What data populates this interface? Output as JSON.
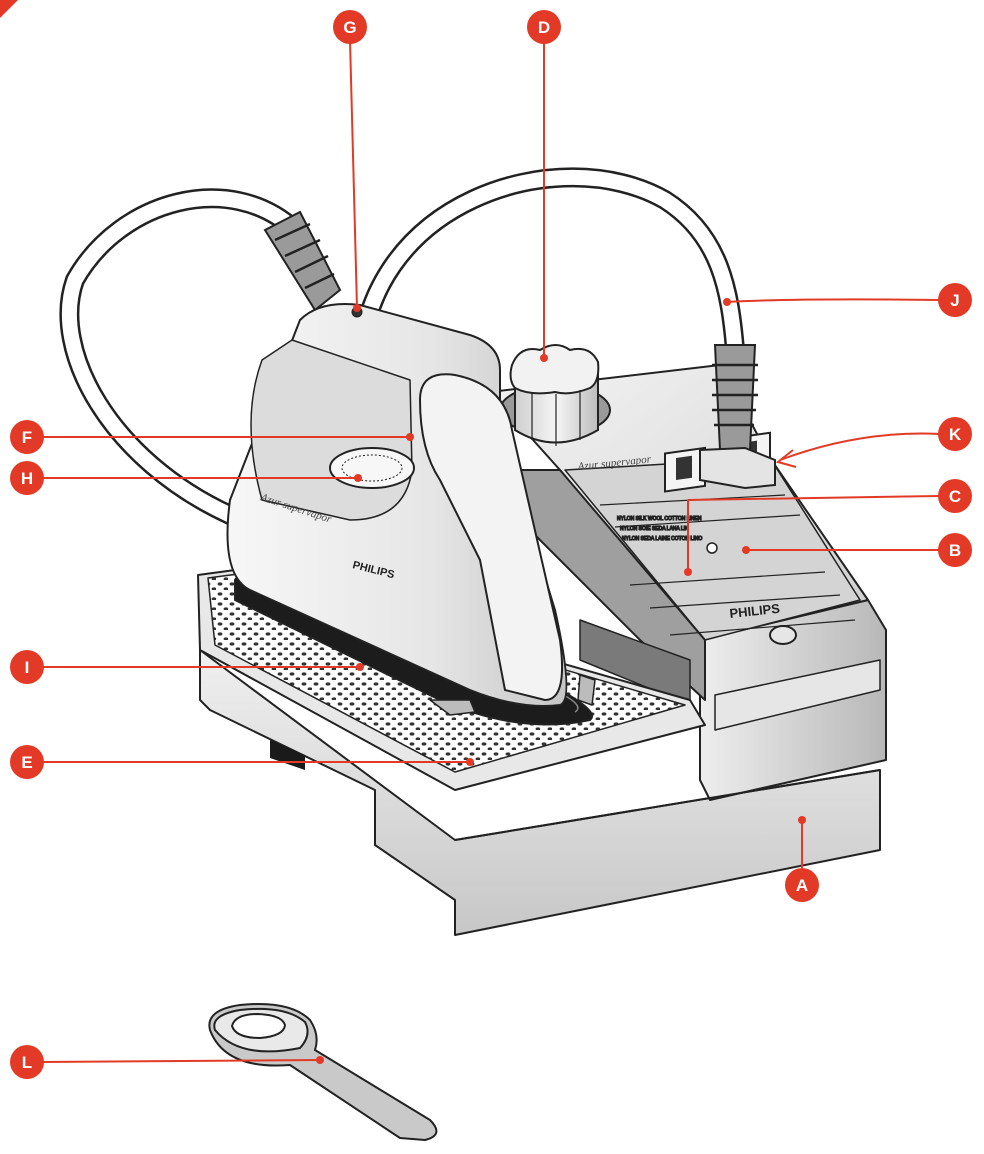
{
  "labels": {
    "A": "A",
    "B": "B",
    "C": "C",
    "D": "D",
    "E": "E",
    "F": "F",
    "G": "G",
    "H": "H",
    "I": "I",
    "J": "J",
    "K": "K",
    "L": "L"
  },
  "product": {
    "brand": "PHILIPS",
    "model": "Azur supervapor"
  },
  "colors": {
    "callout": "#e23a26",
    "outline": "#222222",
    "body_light": "#f2f2f2",
    "body_mid": "#d9d9d9",
    "body_dark": "#a9a9a9"
  }
}
